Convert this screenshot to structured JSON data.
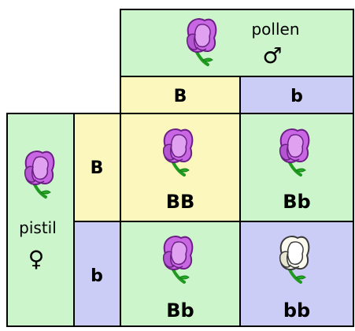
{
  "header": {
    "pollen_label": "pollen",
    "male_symbol": "♂"
  },
  "side": {
    "pistil_label": "pistil",
    "female_symbol": "♀"
  },
  "alleles": {
    "pollen": [
      "B",
      "b"
    ],
    "pistil": [
      "B",
      "b"
    ]
  },
  "cells": [
    {
      "genotype": "BB",
      "flower_color": "purple"
    },
    {
      "genotype": "Bb",
      "flower_color": "purple"
    },
    {
      "genotype": "Bb",
      "flower_color": "purple"
    },
    {
      "genotype": "bb",
      "flower_color": "white"
    }
  ],
  "colors": {
    "green": "#ccf5cc",
    "yellow": "#fbf7bd",
    "blue": "#cccdf7",
    "purple_petal": "#c966e3",
    "purple_petal_light": "#e0a2f0",
    "white_petal": "#fafaee",
    "white_petal_shade": "#e6e6d2",
    "stem": "#22aa22"
  }
}
